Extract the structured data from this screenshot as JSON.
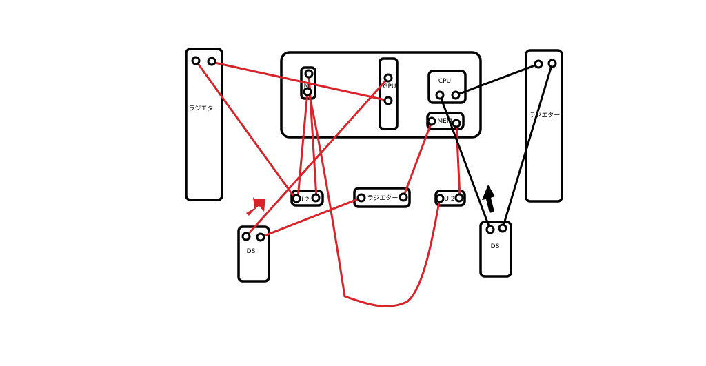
{
  "colors": {
    "loop_left": "#d9232a",
    "loop_right": "#000000",
    "outline": "#000000",
    "background": "#ffffff"
  },
  "labels": {
    "radiator_left": "ラジエター",
    "radiator_right": "ラジエター",
    "radiator_center": "ラジエター",
    "m2": "M.",
    "gpu": "GPU",
    "cpu": "CPU",
    "mem": "MEM",
    "u2_left": "U.2",
    "u2_right": "U.2",
    "ds_left": "DS",
    "ds_right": "DS"
  },
  "icons": {
    "flow_arrow_left": "arrow-up-right-icon",
    "flow_arrow_right": "arrow-up-icon"
  }
}
